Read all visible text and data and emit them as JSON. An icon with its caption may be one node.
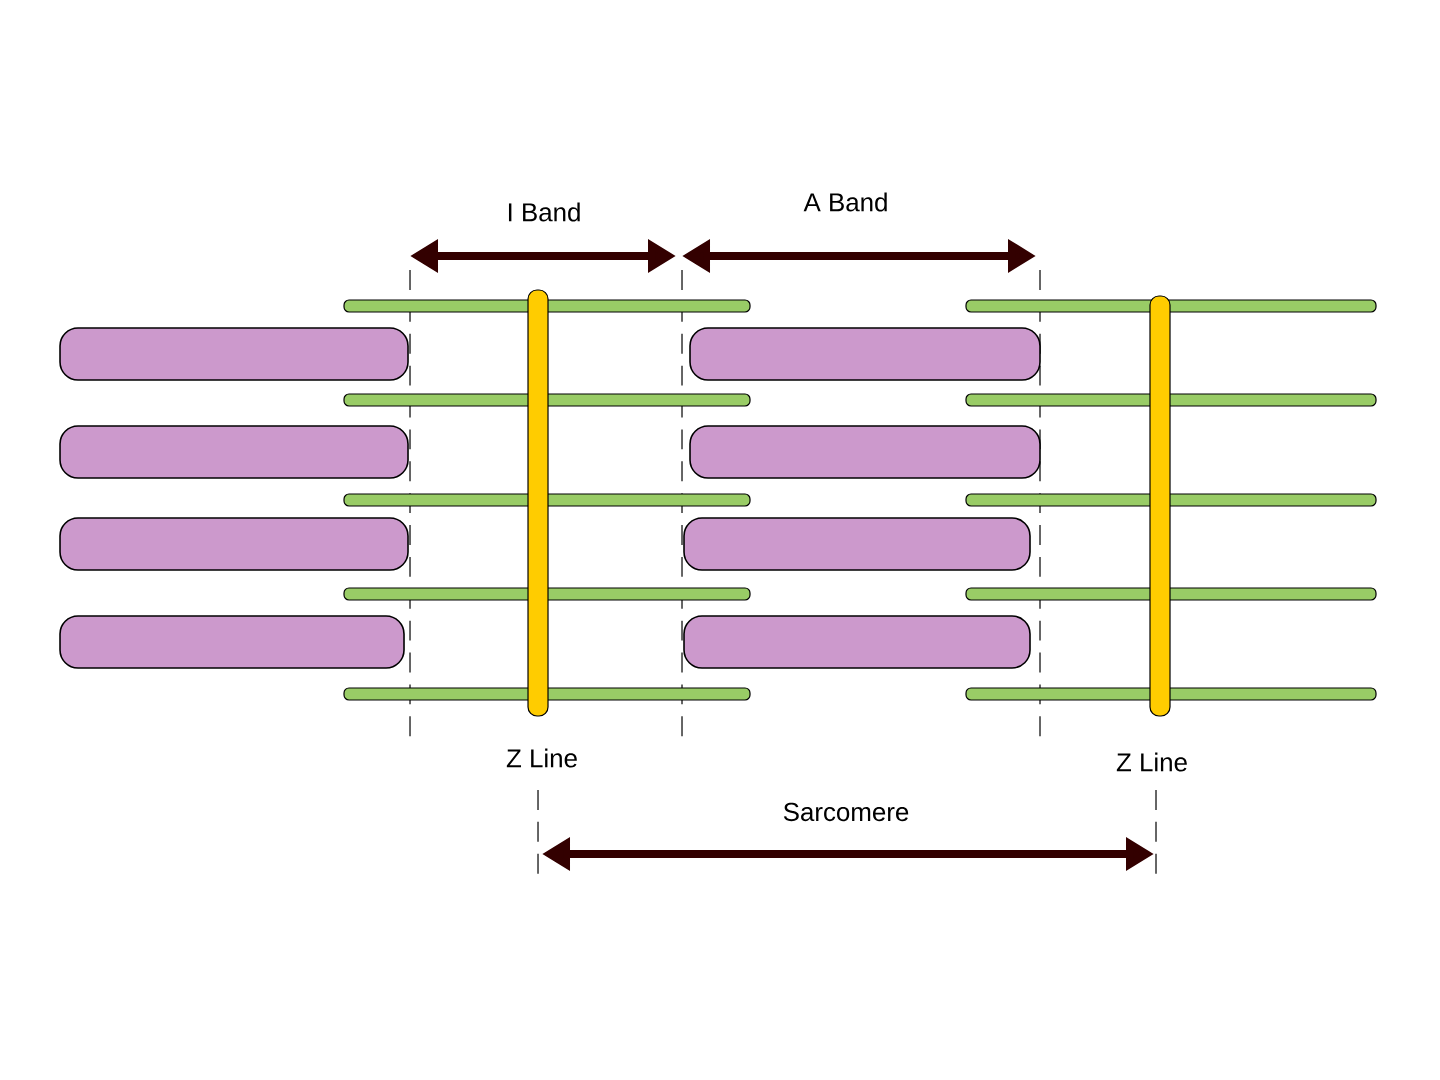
{
  "diagram": {
    "labels": [
      "I Band",
      "A Band",
      "Z Line",
      "Z Line",
      "Sarcomere"
    ]
  }
}
